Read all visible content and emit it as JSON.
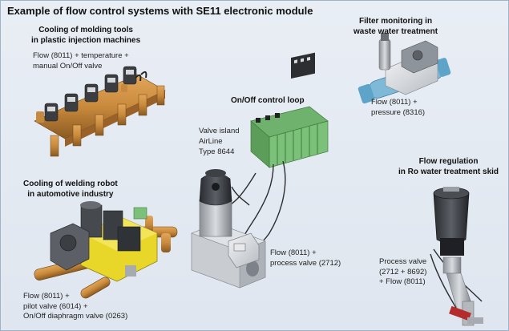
{
  "title": "Example of flow control systems with SE11 electronic module",
  "sections": {
    "molding": {
      "heading": [
        "Cooling of molding tools",
        "in plastic injection machines"
      ],
      "caption": [
        "Flow (8011) + temperature +",
        "manual On/Off valve"
      ]
    },
    "filter": {
      "heading": [
        "Filter monitoring in",
        "waste water treatment"
      ],
      "caption": [
        "Flow (8011) +",
        "pressure (8316)"
      ]
    },
    "onoff": {
      "heading": [
        "On/Off control loop"
      ],
      "valve_island": [
        "Valve island",
        "AirLine",
        "Type 8644"
      ],
      "caption": [
        "Flow (8011) +",
        "process valve (2712)"
      ]
    },
    "welding": {
      "heading": [
        "Cooling of welding robot",
        "in automotive industry"
      ],
      "caption": [
        "Flow (8011) +",
        "pilot valve (6014) +",
        "On/Off diaphragm valve (0263)"
      ]
    },
    "regulation": {
      "heading": [
        "Flow regulation",
        "in Ro water treatment skid"
      ],
      "caption": [
        "Process valve",
        "(2712 + 8692)",
        "+ Flow (8011)"
      ]
    }
  },
  "colors": {
    "background": "#e3e9f1",
    "copper": "#c98a3c",
    "device_green": "#7cc17a",
    "device_grey": "#9a9ea3",
    "yellow_block": "#e8d628",
    "pipe_blue": "#7fb9d8"
  }
}
